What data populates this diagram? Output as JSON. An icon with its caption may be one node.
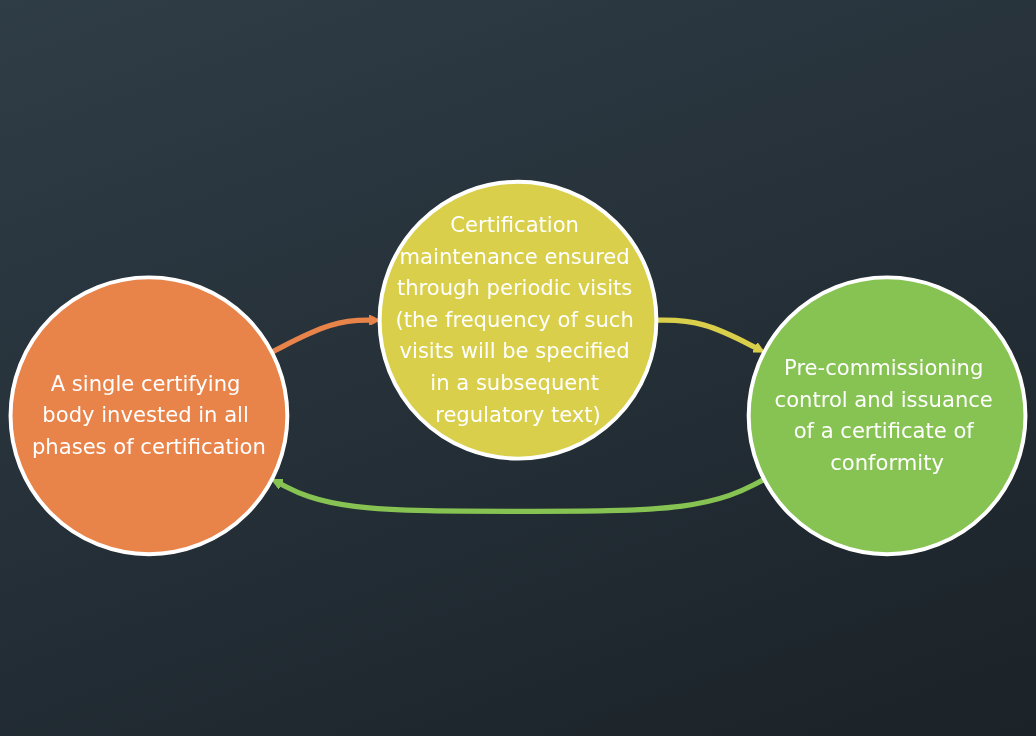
{
  "diagram": {
    "nodes": [
      {
        "text": [
          "A single certifying body invested in all phases of certification"
        ]
      },
      {
        "text": [
          "Certification maintenance ensured through periodic visits (the frequency of such visits will be specified in a subsequent regulatory text)"
        ]
      },
      {
        "text": [
          "Pre-commissioning control and issuance of a certificate of conformity"
        ]
      }
    ],
    "edges": [
      {
        "from": 0,
        "to": 1,
        "arrow": "to",
        "color": "#e8834a"
      },
      {
        "from": 1,
        "to": 2,
        "arrow": "to",
        "color": "#d9cf4b"
      },
      {
        "from": 2,
        "to": 0,
        "arrow": "to",
        "color": "#86c352"
      }
    ]
  }
}
